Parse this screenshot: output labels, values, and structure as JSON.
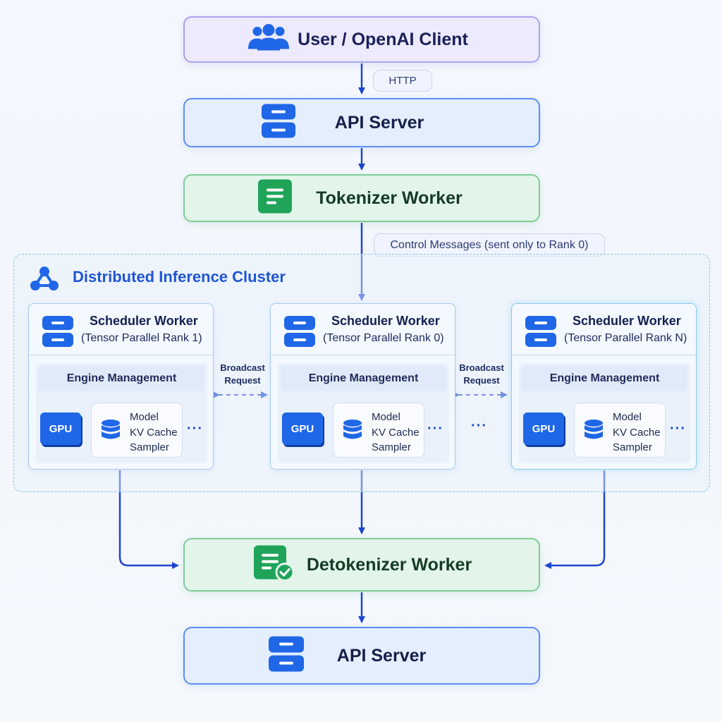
{
  "nodes": {
    "client": {
      "label": "User / OpenAI Client",
      "icon": "users-icon"
    },
    "api_server_top": {
      "label": "API Server",
      "icon": "server-icon"
    },
    "tokenizer": {
      "label": "Tokenizer Worker",
      "icon": "document-icon"
    },
    "detokenizer": {
      "label": "Detokenizer Worker",
      "icon": "document-check-icon"
    },
    "api_server_bottom": {
      "label": "API Server",
      "icon": "server-icon"
    }
  },
  "edge_labels": {
    "http": "HTTP",
    "control": "Control Messages (sent only to Rank 0)",
    "broadcast_left": [
      "Broadcast",
      "Request"
    ],
    "broadcast_right": [
      "Broadcast",
      "Request"
    ],
    "between_ellipsis": "···"
  },
  "cluster": {
    "title": "Distributed Inference Cluster",
    "icon": "network-icon",
    "workers": [
      {
        "title": "Scheduler Worker",
        "subtitle": "(Tensor Parallel Rank 1)",
        "engine_label": "Engine Management",
        "gpu_label": "GPU",
        "components": [
          "Model",
          "KV Cache",
          "Sampler"
        ],
        "more": "···"
      },
      {
        "title": "Scheduler Worker",
        "subtitle": "(Tensor Parallel Rank 0)",
        "engine_label": "Engine Management",
        "gpu_label": "GPU",
        "components": [
          "Model",
          "KV Cache",
          "Sampler"
        ],
        "more": "···"
      },
      {
        "title": "Scheduler Worker",
        "subtitle": "(Tensor Parallel Rank N)",
        "engine_label": "Engine Management",
        "gpu_label": "GPU",
        "components": [
          "Model",
          "KV Cache",
          "Sampler"
        ],
        "more": "···"
      }
    ]
  },
  "colors": {
    "arrow": "#1d46cf",
    "accent_blue": "#1f67e6",
    "accent_green": "#1fa45a",
    "cluster_border": "#8fc0e6"
  }
}
